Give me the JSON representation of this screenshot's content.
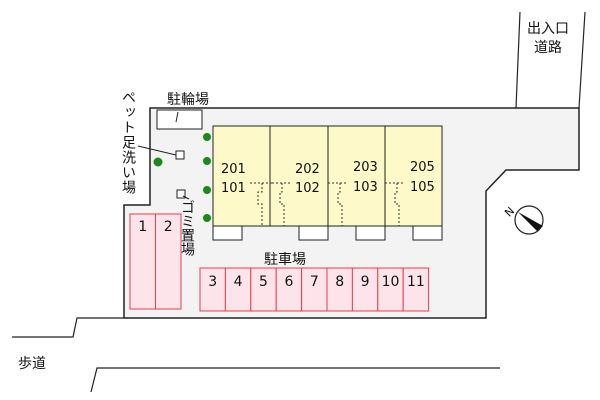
{
  "labels": {
    "entrance": "出入口",
    "road": "道路",
    "bike_parking": "駐輪場",
    "pet_wash": "ペット足洗い場",
    "garbage": "ゴミ置場",
    "parking": "駐車場",
    "sidewalk": "歩道",
    "north": "N"
  },
  "units": [
    {
      "upper": "201",
      "lower": "101"
    },
    {
      "upper": "202",
      "lower": "102"
    },
    {
      "upper": "203",
      "lower": "103"
    },
    {
      "upper": "205",
      "lower": "105"
    }
  ],
  "parking_spaces": [
    "1",
    "2",
    "3",
    "4",
    "5",
    "6",
    "7",
    "8",
    "9",
    "10",
    "11"
  ],
  "colors": {
    "lot": "#f3f3f3",
    "building": "#fdf9c8",
    "parking_fill": "#fde4ea",
    "parking_stroke": "#e83c4c",
    "tree": "#1a8a1a"
  }
}
